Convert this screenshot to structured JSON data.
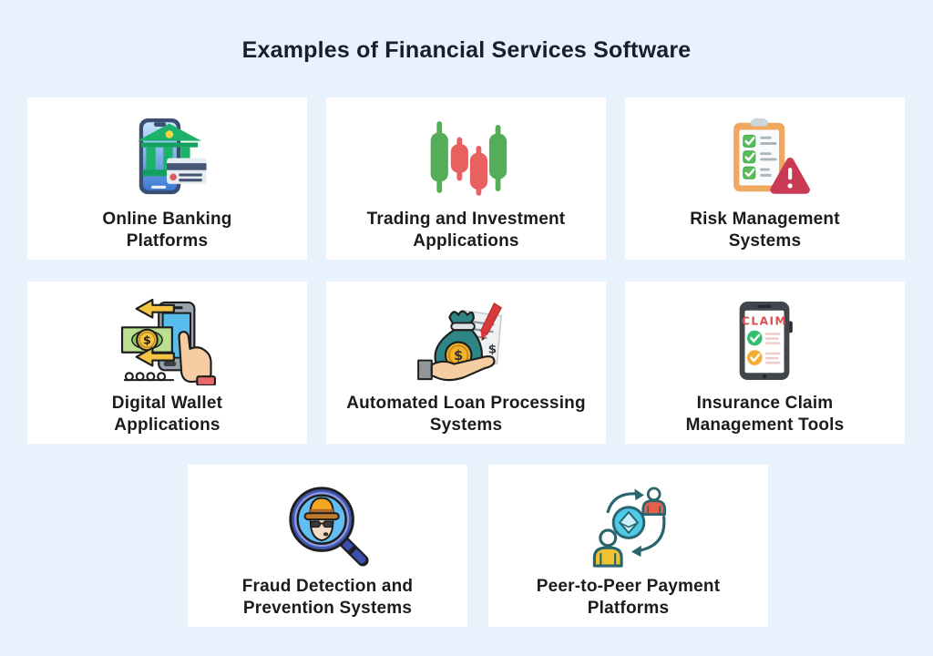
{
  "title": "Examples of Financial Services Software",
  "cards": [
    {
      "id": "online-banking",
      "icon": "bank-phone-icon",
      "lines": [
        "Online Banking",
        "Platforms"
      ]
    },
    {
      "id": "trading",
      "icon": "candlestick-chart-icon",
      "lines": [
        "Trading and Investment",
        "Applications"
      ]
    },
    {
      "id": "risk-management",
      "icon": "checklist-warning-icon",
      "lines": [
        "Risk Management",
        "Systems"
      ]
    },
    {
      "id": "digital-wallet",
      "icon": "money-transfer-phone-icon",
      "lines": [
        "Digital Wallet",
        "Applications"
      ]
    },
    {
      "id": "loan-processing",
      "icon": "money-bag-hand-icon",
      "lines": [
        "Automated Loan Processing",
        "Systems"
      ]
    },
    {
      "id": "insurance-claim",
      "icon": "claim-tablet-icon",
      "lines": [
        "Insurance Claim",
        "Management Tools"
      ]
    },
    {
      "id": "fraud-detection",
      "icon": "spy-magnifier-icon",
      "lines": [
        "Fraud Detection and",
        "Prevention Systems"
      ]
    },
    {
      "id": "p2p-payments",
      "icon": "peer-transfer-icon",
      "lines": [
        "Peer-to-Peer Payment",
        "Platforms"
      ]
    }
  ],
  "icon_text": {
    "claim": "CLAIM",
    "dollar": "$"
  },
  "palette": {
    "page_background": "#E7F2FC",
    "card_background": "#FFFFFF",
    "title_color": "#16202A",
    "label_color": "#1B1B1B",
    "candle_green": "#56AD57",
    "candle_red": "#E96060",
    "bank_green": "#1CB26B",
    "warning_red": "#C93B55",
    "clipboard_orange": "#F0A860",
    "claim_red": "#E04F4F",
    "check_green": "#33BE70",
    "check_yellow": "#F2AF33",
    "money_teal": "#2E8585",
    "coin_gold": "#F3B229",
    "magnifier_blue": "#4156AE",
    "lens_blue": "#62BEF2",
    "p2p_cyan": "#4FC9E9",
    "p2p_yellow": "#F2C331",
    "p2p_red": "#E8604C"
  }
}
